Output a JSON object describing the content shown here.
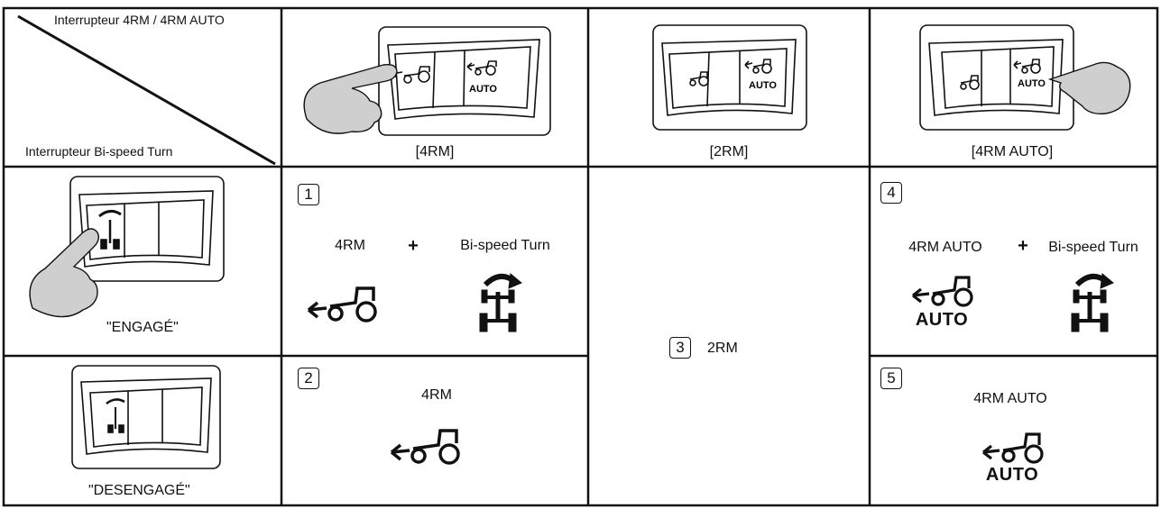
{
  "header": {
    "corner_top_label": "Interrupteur 4RM / 4RM AUTO",
    "corner_bottom_label": "Interrupteur Bi-speed Turn",
    "columns": [
      {
        "label": "[4RM]"
      },
      {
        "label": "[2RM]"
      },
      {
        "label": "[4RM AUTO]"
      }
    ]
  },
  "rows": [
    {
      "label": "\"ENGAGÉ\""
    },
    {
      "label": "\"DESENGAGÉ\""
    }
  ],
  "cells": {
    "c1": {
      "number": "1",
      "left_label": "4RM",
      "plus": "+",
      "right_label": "Bi-speed Turn"
    },
    "c2": {
      "number": "2",
      "label": "4RM"
    },
    "c3": {
      "number": "3",
      "label": "2RM"
    },
    "c4": {
      "number": "4",
      "left_label": "4RM AUTO",
      "plus": "+",
      "right_label": "Bi-speed Turn",
      "auto_text": "AUTO"
    },
    "c5": {
      "number": "5",
      "label": "4RM AUTO",
      "auto_text": "AUTO"
    }
  },
  "switch_text": {
    "auto": "AUTO"
  },
  "colors": {
    "line": "#111111",
    "hand_fill": "#cfcfcf"
  }
}
